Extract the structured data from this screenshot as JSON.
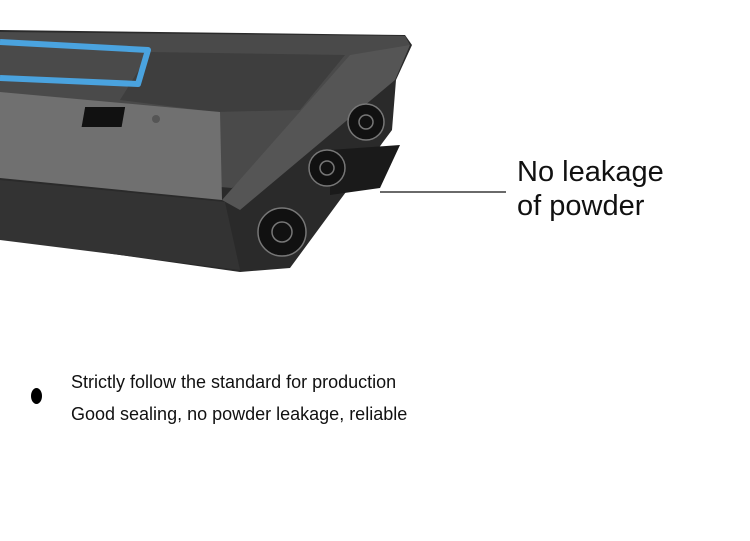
{
  "callout": {
    "line1": "No leakage",
    "line2": "of powder"
  },
  "features": [
    "Strictly follow the standard for production",
    "Good sealing, no powder leakage, reliable"
  ],
  "colors": {
    "handle": "#4aa3df",
    "body": "#3c3c3c",
    "text": "#111111"
  }
}
